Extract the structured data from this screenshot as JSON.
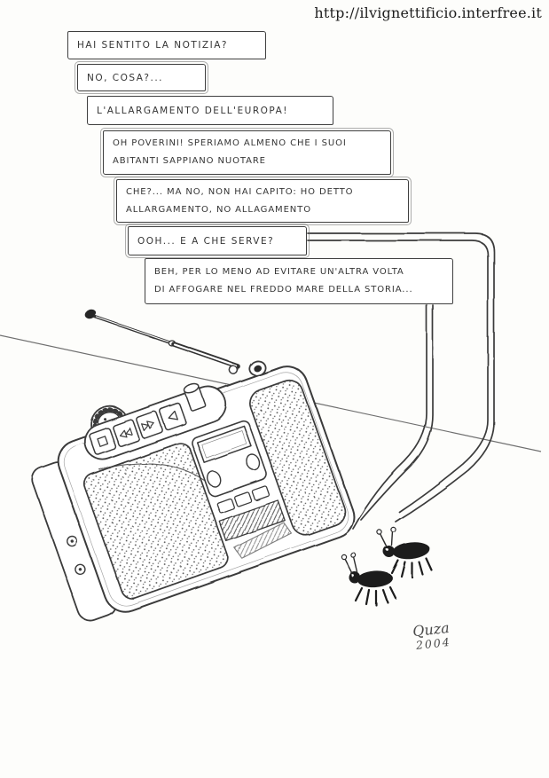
{
  "header": {
    "url": "http://ilvignettificio.interfree.it"
  },
  "dialogue": [
    {
      "lines": [
        "HAI SENTITO LA NOTIZIA?"
      ]
    },
    {
      "lines": [
        "NO, COSA?..."
      ]
    },
    {
      "lines": [
        "L'ALLARGAMENTO DELL'EUROPA!"
      ]
    },
    {
      "lines": [
        "OH POVERINI! SPERIAMO ALMENO CHE I SUOI",
        "ABITANTI SAPPIANO NUOTARE"
      ]
    },
    {
      "lines": [
        "CHE?... MA NO, NON HAI CAPITO: HO DETTO",
        "ALLARGAMENTO, NO ALLAGAMENTO"
      ]
    },
    {
      "lines": [
        "OOH... E A CHE SERVE?"
      ]
    },
    {
      "lines": [
        "BEH, PER LO MENO AD EVITARE UN'ALTRA VOLTA",
        "DI AFFOGARE NEL FREDDO MARE DELLA STORIA..."
      ]
    }
  ],
  "signature": {
    "name": "Quza",
    "year": "2004"
  },
  "scene": {
    "radio_button_icons": [
      "stop-icon",
      "rewind-icon",
      "fast-forward-icon",
      "play-icon"
    ]
  },
  "colors": {
    "ink": "#3a3a3a",
    "paper": "#fdfdfb"
  }
}
